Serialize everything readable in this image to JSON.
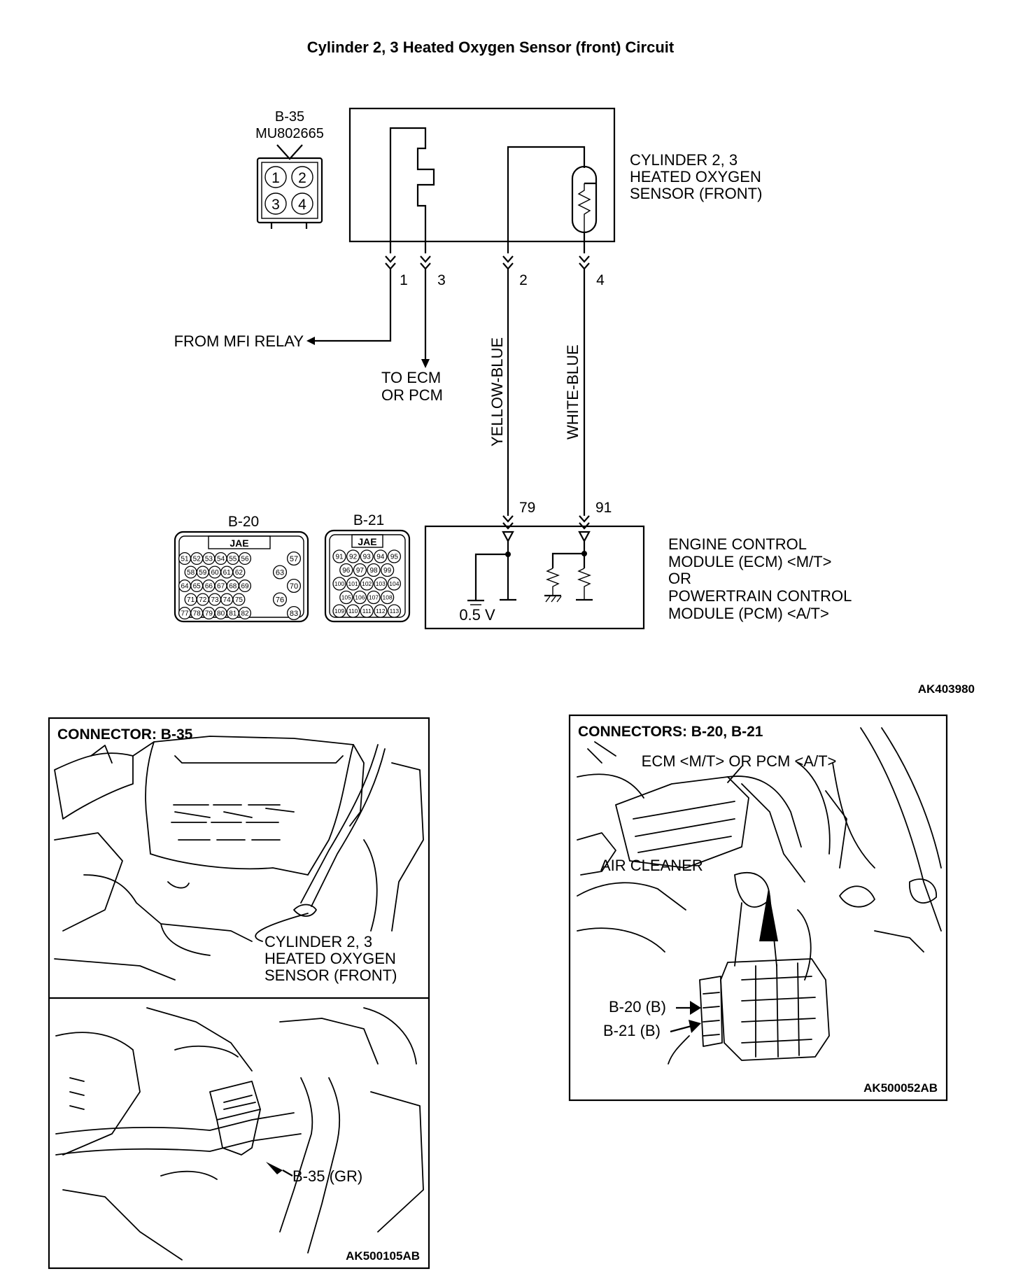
{
  "diagram": {
    "title": "Cylinder 2, 3 Heated Oxygen Sensor (front) Circuit",
    "figure_code": "AK403980",
    "sensor_connector": {
      "id": "B-35",
      "part_number": "MU802665",
      "pins": [
        "1",
        "2",
        "3",
        "4"
      ]
    },
    "sensor_label": [
      "CYLINDER 2, 3",
      "HEATED OXYGEN",
      "SENSOR (FRONT)"
    ],
    "terminals": [
      "1",
      "3",
      "2",
      "4"
    ],
    "from_mfi_relay": "FROM MFI RELAY",
    "to_ecm": [
      "TO ECM",
      "OR PCM"
    ],
    "wires": [
      "YELLOW-BLUE",
      "WHITE-BLUE"
    ],
    "ecm_pins": [
      "79",
      "91"
    ],
    "voltage": "0.5 V",
    "ecm_label": [
      "ENGINE CONTROL",
      "MODULE (ECM) <M/T>",
      "OR",
      "POWERTRAIN CONTROL",
      "MODULE (PCM) <A/T>"
    ],
    "connector_b20": {
      "id": "B-20",
      "brand": "JAE",
      "rows": [
        [
          "51",
          "52",
          "53",
          "54",
          "55",
          "56"
        ],
        [
          "58",
          "59",
          "60",
          "61",
          "62"
        ],
        [
          "64",
          "65",
          "66",
          "67",
          "68",
          "69"
        ],
        [
          "71",
          "72",
          "73",
          "74",
          "75"
        ],
        [
          "77",
          "78",
          "79",
          "80",
          "81",
          "82"
        ]
      ],
      "side_pins": [
        "57",
        "63",
        "70",
        "76",
        "83"
      ]
    },
    "connector_b21": {
      "id": "B-21",
      "brand": "JAE",
      "rows": [
        [
          "91",
          "92",
          "93",
          "94",
          "95"
        ],
        [
          "96",
          "97",
          "98",
          "99"
        ],
        [
          "100",
          "101",
          "102",
          "103",
          "104"
        ],
        [
          "105",
          "106",
          "107",
          "108"
        ],
        [
          "109",
          "110",
          "111",
          "112",
          "113"
        ]
      ]
    }
  },
  "panel_left": {
    "heading": "CONNECTOR: B-35",
    "callout": [
      "CYLINDER 2, 3",
      "HEATED OXYGEN",
      "SENSOR (FRONT)"
    ],
    "pointer": "B-35 (GR)",
    "code": "AK500105AB"
  },
  "panel_right": {
    "heading": "CONNECTORS: B-20, B-21",
    "ecm_label": "ECM <M/T> OR PCM <A/T>",
    "air_cleaner": "AIR CLEANER",
    "pointer_b20": "B-20 (B)",
    "pointer_b21": "B-21 (B)",
    "code": "AK500052AB"
  }
}
